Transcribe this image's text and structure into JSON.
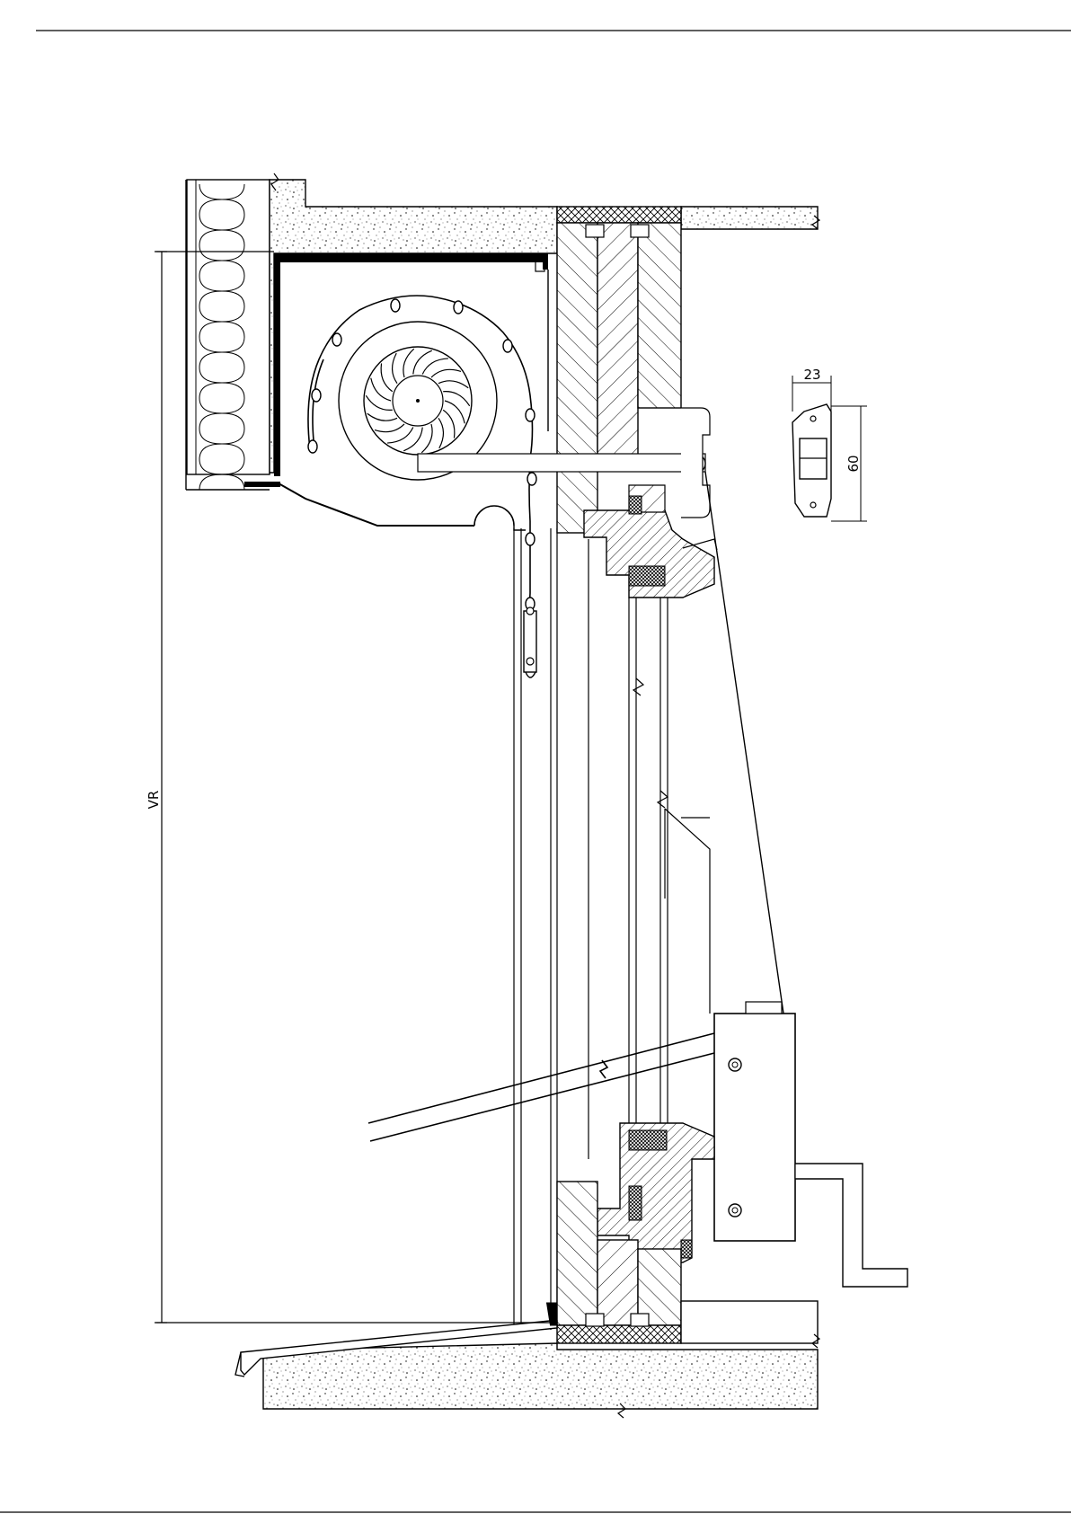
{
  "dimensions": {
    "height_label": "VR",
    "crank_width": "23",
    "crank_height": "60"
  },
  "colors": {
    "line": "#000000",
    "background": "#ffffff",
    "fill_light": "#ffffff"
  }
}
